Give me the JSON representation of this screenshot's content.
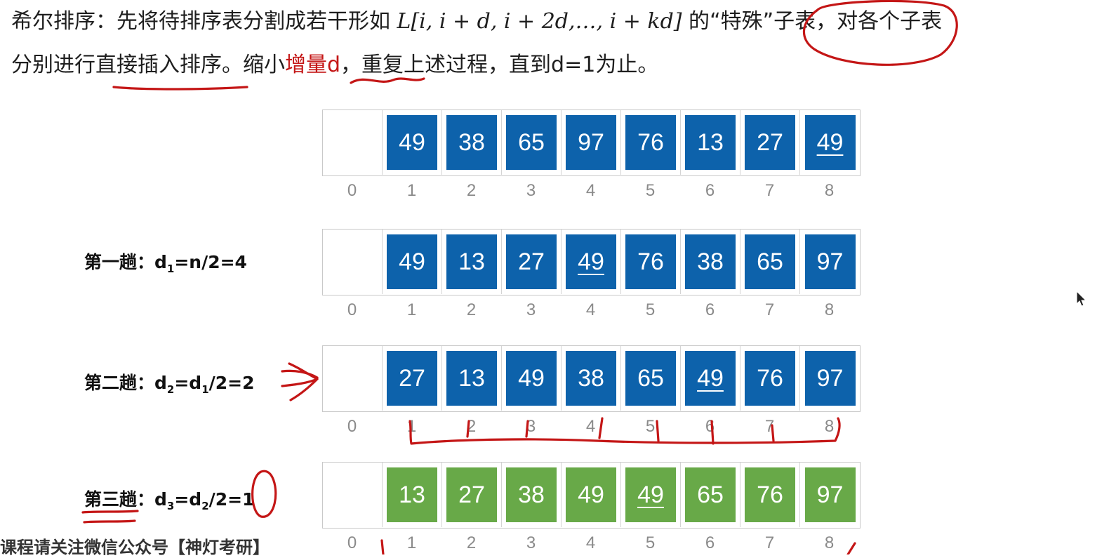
{
  "description": {
    "line1_pre": "希尔排序：先将待排序表分割成若干形如 ",
    "line1_formula": "L[i, i + d, i + 2d,…, i + kd]",
    "line1_mid": " 的",
    "line1_quote": "“特殊”子表",
    "line1_post": "，对各个子表",
    "line2_pre": "分别进行",
    "line2_underlined": "直接插入排序",
    "line2_mid": "。缩小",
    "line2_highlight": "增量d",
    "line2_post": "，重复上述过程，直到d=1为止。"
  },
  "index_labels": [
    "0",
    "1",
    "2",
    "3",
    "4",
    "5",
    "6",
    "7",
    "8"
  ],
  "rows": [
    {
      "label": null,
      "color": "blue",
      "values": [
        "49",
        "38",
        "65",
        "97",
        "76",
        "13",
        "27",
        "49"
      ],
      "underlined": [
        false,
        false,
        false,
        false,
        false,
        false,
        false,
        true
      ]
    },
    {
      "label": {
        "prefix": "第一趟：d",
        "sub1": "1",
        "suffix": "=n/2=4"
      },
      "color": "blue",
      "values": [
        "49",
        "13",
        "27",
        "49",
        "76",
        "38",
        "65",
        "97"
      ],
      "underlined": [
        false,
        false,
        false,
        true,
        false,
        false,
        false,
        false
      ]
    },
    {
      "label": {
        "prefix": "第二趟：d",
        "sub1": "2",
        "mid": "=d",
        "sub2": "1",
        "suffix": "/2=2"
      },
      "color": "blue",
      "values": [
        "27",
        "13",
        "49",
        "38",
        "65",
        "49",
        "76",
        "97"
      ],
      "underlined": [
        false,
        false,
        false,
        false,
        false,
        true,
        false,
        false
      ]
    },
    {
      "label": {
        "prefix": "第三趟：d",
        "sub1": "3",
        "mid": "=d",
        "sub2": "2",
        "suffix": "/2=1"
      },
      "color": "green",
      "values": [
        "13",
        "27",
        "38",
        "49",
        "49",
        "65",
        "76",
        "97"
      ],
      "underlined": [
        false,
        false,
        false,
        false,
        true,
        false,
        false,
        false
      ]
    }
  ],
  "footer": "课程请关注微信公众号【神灯考研】",
  "colors": {
    "blue": "#0d62ab",
    "green": "#68a948",
    "ink": "#c41616"
  }
}
